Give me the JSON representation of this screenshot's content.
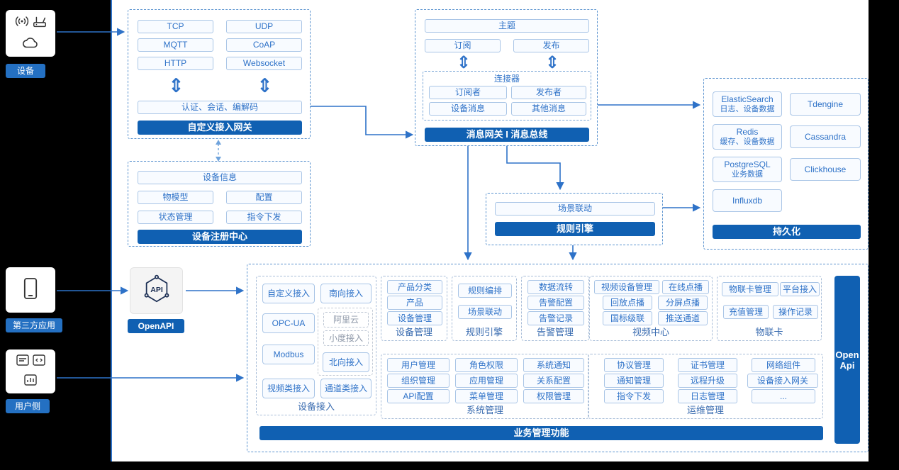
{
  "rail": {
    "device_label": "设备",
    "thirdparty_label": "第三方应用",
    "user_label": "用户侧"
  },
  "gateway": {
    "protocols": [
      "TCP",
      "UDP",
      "MQTT",
      "CoAP",
      "HTTP",
      "Websocket"
    ],
    "auth": "认证、会话、编解码",
    "title": "自定义接入网关"
  },
  "registry": {
    "info": "设备信息",
    "items": [
      "物模型",
      "配置",
      "状态管理",
      "指令下发"
    ],
    "title": "设备注册中心"
  },
  "bus": {
    "topic": "主题",
    "subscribe": "订阅",
    "publish": "发布",
    "connector_title": "连接器",
    "connector_items": [
      "订阅者",
      "发布者",
      "设备消息",
      "其他消息"
    ],
    "title": "消息网关 I 消息总线"
  },
  "persistence": {
    "cells": [
      {
        "name": "ElasticSearch",
        "sub": "日志、设备数据"
      },
      {
        "name": "Tdengine",
        "sub": ""
      },
      {
        "name": "Redis",
        "sub": "缓存、设备数据"
      },
      {
        "name": "Cassandra",
        "sub": ""
      },
      {
        "name": "PostgreSQL",
        "sub": "业务数据"
      },
      {
        "name": "Clickhouse",
        "sub": ""
      },
      {
        "name": "Influxdb",
        "sub": ""
      }
    ],
    "title": "持久化"
  },
  "rule": {
    "scene": "场景联动",
    "title": "规则引擎"
  },
  "openapi": {
    "label": "OpenAPI"
  },
  "business": {
    "title": "业务管理功能",
    "openapi_side": "Open Api",
    "access": {
      "label": "设备接入",
      "items": [
        "自定义接入",
        "南向接入",
        "OPC-UA",
        "Modbus",
        "视频类接入",
        "通道类接入"
      ],
      "cloud_items": [
        "阿里云",
        "小度接入",
        "北向接入"
      ]
    },
    "device_mgmt": {
      "label": "设备管理",
      "items": [
        "产品分类",
        "产品",
        "设备管理"
      ]
    },
    "rule_engine": {
      "label": "规则引擎",
      "items": [
        "规则编排",
        "场景联动"
      ]
    },
    "alarm": {
      "label": "告警管理",
      "items": [
        "数据流转",
        "告警配置",
        "告警记录"
      ]
    },
    "video": {
      "label": "视频中心",
      "items": [
        "视频设备管理",
        "在线点播",
        "回放点播",
        "分屏点播",
        "国标级联",
        "推送通道"
      ]
    },
    "iot_card": {
      "label": "物联卡",
      "items": [
        "物联卡管理",
        "平台接入",
        "充值管理",
        "操作记录"
      ]
    },
    "system": {
      "label": "系统管理",
      "items": [
        "用户管理",
        "角色权限",
        "系统通知",
        "组织管理",
        "应用管理",
        "关系配置",
        "API配置",
        "菜单管理",
        "权限管理"
      ]
    },
    "ops": {
      "label": "运维管理",
      "items": [
        "协议管理",
        "证书管理",
        "网络组件",
        "通知管理",
        "远程升级",
        "设备接入网关",
        "指令下发",
        "日志管理",
        "..."
      ]
    }
  }
}
